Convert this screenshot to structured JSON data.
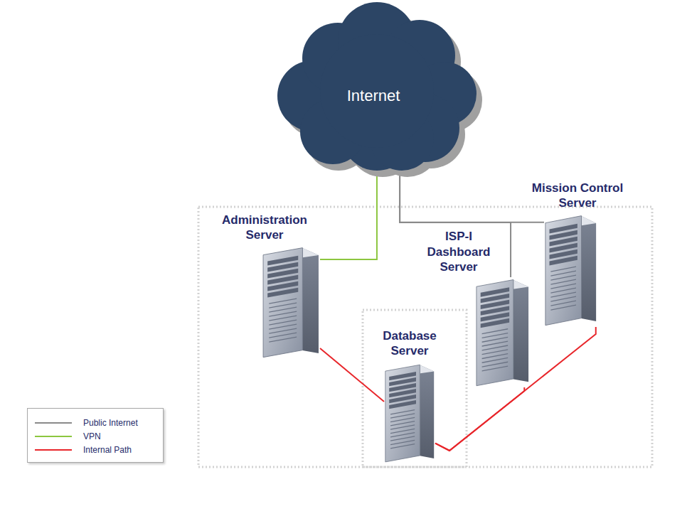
{
  "diagram": {
    "nodes": [
      {
        "text": [
          "Internet"
        ]
      },
      {
        "text": [
          "Mission Control Server"
        ]
      },
      {
        "text": [
          "Administration Server"
        ]
      },
      {
        "text": [
          "ISP-I Dashboard Server"
        ]
      },
      {
        "text": [
          "Database Server"
        ]
      }
    ],
    "edges": [
      {
        "from": 0,
        "to": 2,
        "arrow": "none"
      },
      {
        "from": 0,
        "to": 1,
        "arrow": "none"
      },
      {
        "from": 0,
        "to": 3,
        "arrow": "none"
      },
      {
        "from": 2,
        "to": 4,
        "arrow": "none"
      },
      {
        "from": 4,
        "to": 3,
        "arrow": "none"
      },
      {
        "from": 4,
        "to": 1,
        "arrow": "none"
      }
    ],
    "legend": [
      {
        "text": "Public Internet"
      },
      {
        "text": "VPN"
      },
      {
        "text": "Internal Path"
      }
    ]
  }
}
